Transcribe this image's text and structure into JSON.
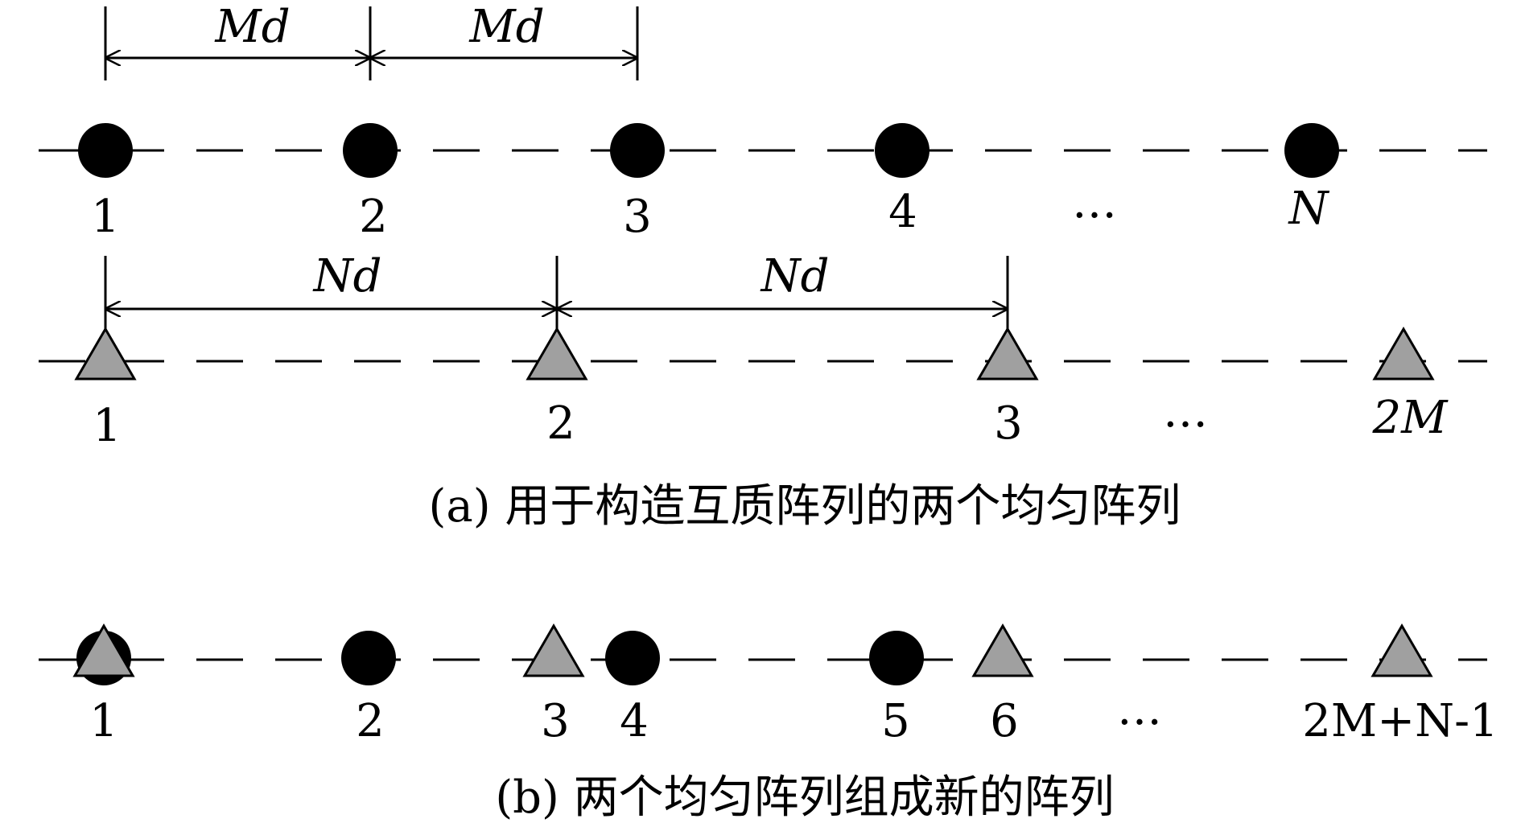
{
  "dimensions": {
    "top_spacing": [
      "Md",
      "Md"
    ],
    "bottom_spacing": [
      "Nd",
      "Nd"
    ]
  },
  "array_a1": {
    "labels": [
      "1",
      "2",
      "3",
      "4",
      "…",
      "N"
    ]
  },
  "array_a2": {
    "labels": [
      "1",
      "2",
      "3",
      "…",
      "2M"
    ]
  },
  "caption_a": "(a) 用于构造互质阵列的两个均匀阵列",
  "array_b": {
    "labels": [
      "1",
      "2",
      "3",
      "4",
      "5",
      "6",
      "…",
      "2M+N-1"
    ]
  },
  "caption_b": "(b) 两个均匀阵列组成新的阵列",
  "colors": {
    "dot": "#000000",
    "triangle_fill": "#a0a0a0",
    "line": "#000000"
  }
}
